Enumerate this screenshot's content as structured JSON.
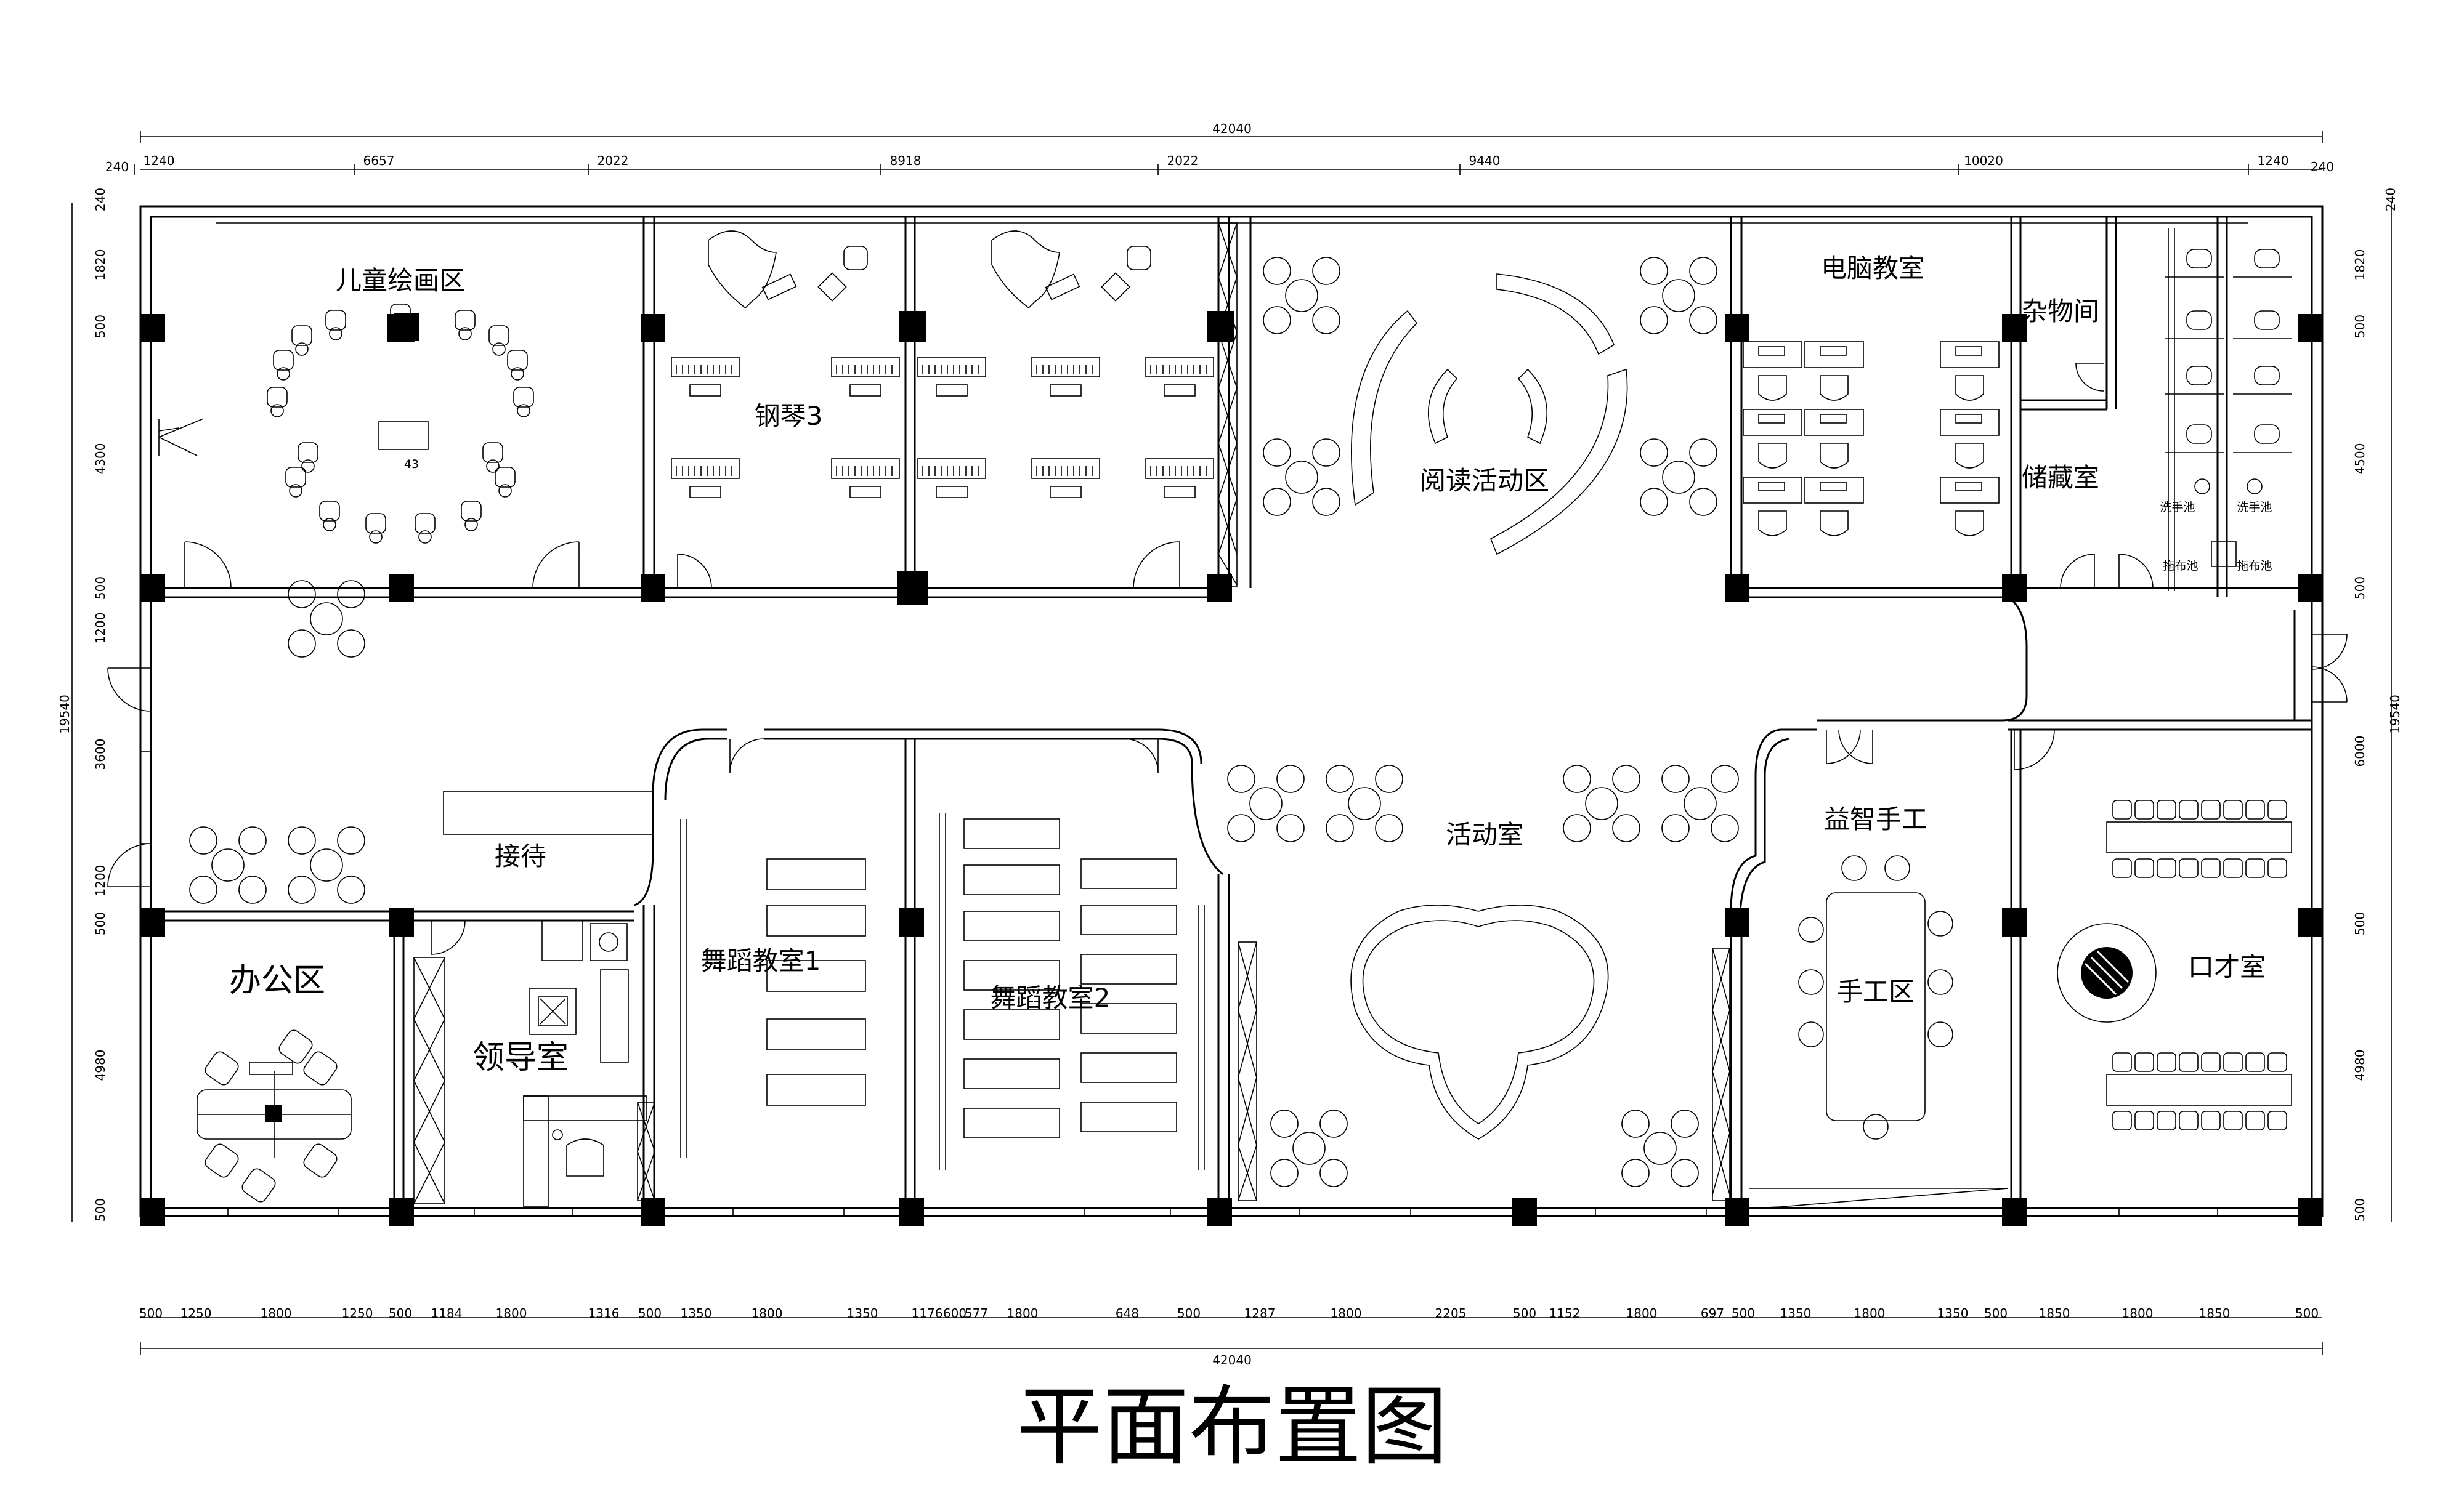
{
  "title": "平面布置图",
  "rooms": {
    "children_drawing": "儿童绘画区",
    "piano": "钢琴3",
    "reading": "阅读活动区",
    "computer": "电脑教室",
    "misc": "杂物间",
    "storage": "储藏室",
    "wash1": "洗手池",
    "wash2": "洗手池",
    "mop1": "拖布池",
    "mop2": "拖布池",
    "reception": "接待",
    "office": "办公区",
    "leader": "领导室",
    "dance1": "舞蹈教室1",
    "dance2": "舞蹈教室2",
    "activity": "活动室",
    "puzzle_craft": "益智手工",
    "craft_area": "手工区",
    "eloquence": "口才室",
    "table_number": "43"
  },
  "dimensions": {
    "total": "42040",
    "total_bottom": "42040",
    "left_vertical": "19540",
    "right_vertical": "19540",
    "top_edge": [
      "240",
      "240"
    ],
    "top_side": [
      "240",
      "240"
    ],
    "top": [
      "1240",
      "6657",
      "2022",
      "8918",
      "2022",
      "9440",
      "10020",
      "1240"
    ],
    "bottom": [
      "500",
      "1250",
      "1800",
      "1250",
      "500",
      "1184",
      "1800",
      "1316",
      "500",
      "1350",
      "1800",
      "1350",
      "1176",
      "600",
      "577",
      "1800",
      "648",
      "500",
      "1287",
      "1800",
      "2205",
      "500",
      "1152",
      "1800",
      "697",
      "500",
      "1350",
      "1800",
      "1350",
      "500",
      "1850",
      "1800",
      "1850",
      "500"
    ],
    "left": [
      "1820",
      "500",
      "4300",
      "500",
      "1200",
      "3600",
      "1200",
      "500",
      "4980",
      "500"
    ],
    "right": [
      "1820",
      "500",
      "4500",
      "500",
      "6000",
      "500",
      "4980",
      "500"
    ]
  }
}
